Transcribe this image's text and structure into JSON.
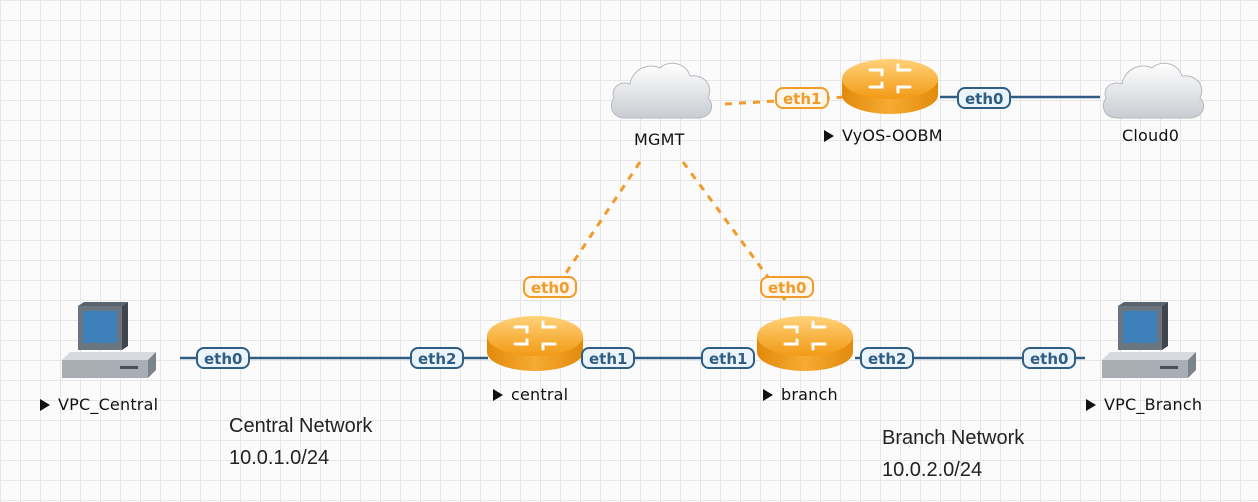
{
  "nodes": {
    "vpc_central": {
      "label": "VPC_Central",
      "port": "eth0"
    },
    "central": {
      "label": "central",
      "ports": [
        "eth2",
        "eth1",
        "eth0"
      ]
    },
    "branch": {
      "label": "branch",
      "ports": [
        "eth1",
        "eth2",
        "eth0"
      ]
    },
    "vpc_branch": {
      "label": "VPC_Branch",
      "port": "eth0"
    },
    "mgmt": {
      "label": "MGMT"
    },
    "vyos_oobm": {
      "label": "VyOS-OOBM",
      "ports": [
        "eth1",
        "eth0"
      ]
    },
    "cloud0": {
      "label": "Cloud0"
    }
  },
  "networks": {
    "central": {
      "name": "Central Network",
      "cidr": "10.0.1.0/24"
    },
    "branch": {
      "name": "Branch Network",
      "cidr": "10.0.2.0/24"
    }
  },
  "colors": {
    "data_link": "#2f5d83",
    "mgmt_link": "#f09b2a",
    "router": "#f5a623"
  }
}
